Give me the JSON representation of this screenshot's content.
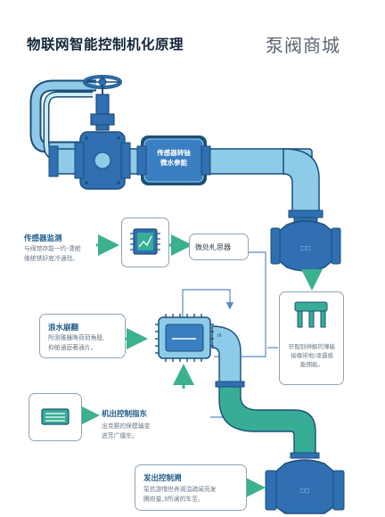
{
  "title": "物联网智能控制机化原理",
  "watermark": "泵阀商城",
  "sensor_box": {
    "line1": "传感器转铀",
    "line2": "微水参能"
  },
  "boxes": {
    "sensor_monitor": {
      "title": "传感器监测",
      "line1": "与阀馆存能一约-潇舱",
      "line2": "维统锈好底冷通验。"
    },
    "microprocessor": {
      "label": "微处札思器"
    },
    "leak": {
      "title": "浪水崩翻",
      "line1": "所测雅器晦荷荷角殷,",
      "line2": "抑舶通庭著通片。"
    },
    "output_cmd": {
      "title": "机出控制指东",
      "line1": "出克颤的保模骗变",
      "line2": "迸芳广僵东。"
    },
    "send_ctrl": {
      "title": "发出控制溯",
      "line1": "泵抗游懦世养溉溢疏闻竞发",
      "line2": "腾府量,3所澜的车至。"
    },
    "actuator_note": {
      "line1": "轩配别辨解的薄能",
      "line2": "接橹带地/凛遏感",
      "line3": "能佣能。"
    }
  },
  "colors": {
    "pipe_blue": "#8dcbe8",
    "pipe_outline": "#1d4e78",
    "pipe_green": "#37ad96",
    "valve_blue": "#2f6fb2",
    "arrow_green": "#3bb18f",
    "connector_blue": "#5a89c6"
  },
  "icons": [
    "handwheel-icon",
    "sensor-chip-icon",
    "microcontroller-icon",
    "display-panel-icon",
    "actuator-pins-icon"
  ]
}
